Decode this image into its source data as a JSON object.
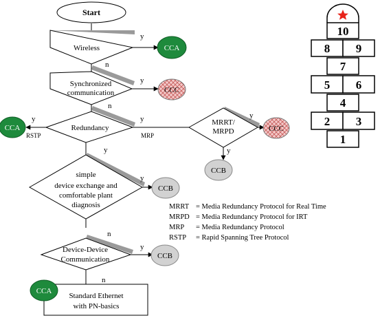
{
  "flowchart": {
    "start": "Start",
    "decisions": {
      "wireless": "Wireless",
      "synchronized_line1": "Synchronized",
      "synchronized_line2": "communication",
      "redundancy": "Redundancy",
      "mrrt_line1": "MRRT/",
      "mrrt_line2": "MRPD",
      "device_exchange_line1": "simple",
      "device_exchange_line2": "device exchange and",
      "device_exchange_line3": "comfortable plant",
      "device_exchange_line4": "diagnosis",
      "device_device_line1": "Device-Device",
      "device_device_line2": "Communication"
    },
    "end_box_line1": "Standard Ethernet",
    "end_box_line2": "with PN-basics",
    "labels": {
      "yes": "y",
      "no": "n",
      "rstp": "RSTP",
      "mrp": "MRP"
    },
    "results": {
      "cca": "CCA",
      "ccb": "CCB",
      "ccc": "CCC"
    }
  },
  "legend": [
    {
      "abbr": "MRRT",
      "text": "= Media Redundancy Protocol for Real Time"
    },
    {
      "abbr": "MRPD",
      "text": "= Media Redundancy Protocol for IRT"
    },
    {
      "abbr": "MRP",
      "text": "= Media Redundancy Protocol"
    },
    {
      "abbr": "RSTP",
      "text": "= Rapid Spanning Tree Protocol"
    }
  ],
  "hopscotch": [
    "10",
    "8",
    "9",
    "7",
    "5",
    "6",
    "4",
    "2",
    "3",
    "1"
  ],
  "colors": {
    "cca_green": "#1e8a3c",
    "ccb_gray": "#d2d2d2",
    "ccc_pink": "#f2c4c4",
    "ccc_hatch": "#c0504d",
    "shadow": "#9a9a9a",
    "star_red": "#e8231a"
  }
}
